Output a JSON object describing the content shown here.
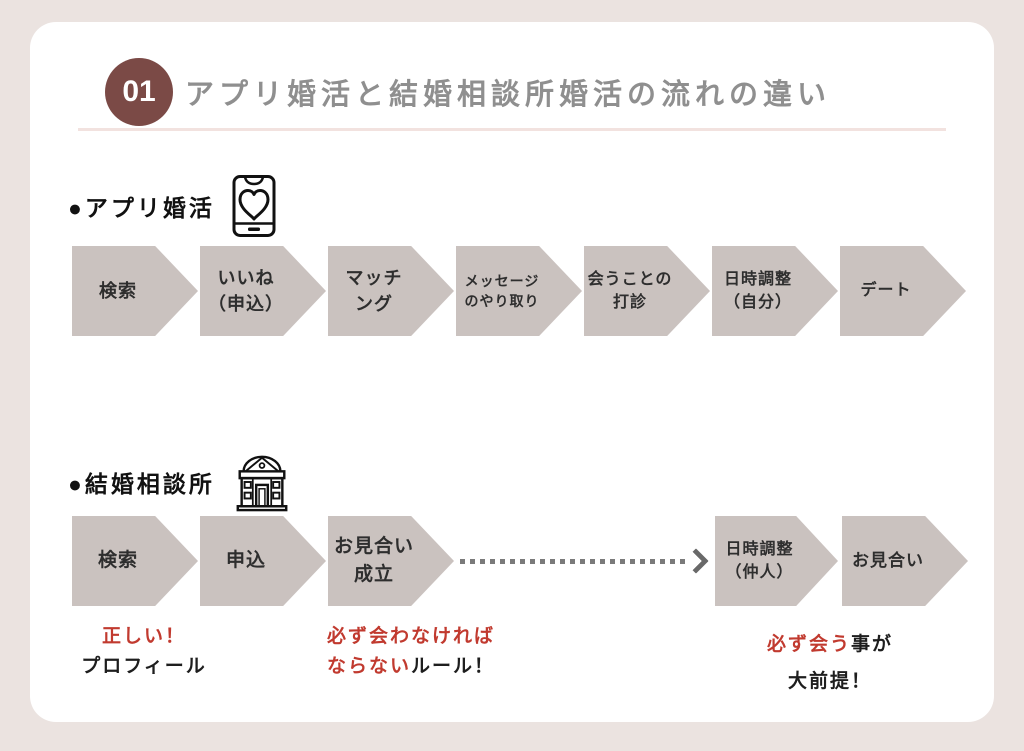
{
  "header": {
    "badge": "01",
    "title": "アプリ婚活と結婚相談所婚活の流れの違い"
  },
  "colors": {
    "page_background": "#ebe3e0",
    "card_background": "#ffffff",
    "badge_background": "#7b4a46",
    "title_gray": "#8f8f8f",
    "arrow_fill": "#cac2bf",
    "accent_red": "#c13a2f",
    "dotted_line_gray": "#7a7a7a"
  },
  "icons": {
    "app_icon": "smartphone-heart-icon",
    "agency_icon": "building-icon",
    "connector_icon": "dotted-arrow-icon"
  },
  "app_flow": {
    "label": "●アプリ婚活",
    "steps": [
      {
        "line1": "検索",
        "line2": ""
      },
      {
        "line1": "いいね",
        "line2": "（申込）"
      },
      {
        "line1": "マッチ",
        "line2": "ング"
      },
      {
        "line1": "メッセージ",
        "line2": "のやり取り"
      },
      {
        "line1": "会うことの",
        "line2": "打診"
      },
      {
        "line1": "日時調整",
        "line2": "（自分）"
      },
      {
        "line1": "デート",
        "line2": ""
      }
    ]
  },
  "agency_flow": {
    "label": "●結婚相談所",
    "steps": [
      {
        "line1": "検索",
        "line2": ""
      },
      {
        "line1": "申込",
        "line2": ""
      },
      {
        "line1": "お見合い",
        "line2": "成立"
      },
      {
        "line1": "日時調整",
        "line2": "（仲人）"
      },
      {
        "line1": "お見合い",
        "line2": ""
      }
    ]
  },
  "annotations": {
    "profile": {
      "red_line1": "正しい！",
      "black_line2": "プロフィール"
    },
    "rule": {
      "red_line1": "必ず会わなければ",
      "red_line2": "ならない",
      "black_line2": "ルール！"
    },
    "premise": {
      "red_line1": "必ず会う",
      "black_line1": "事が",
      "black_line2": "大前提！"
    }
  }
}
